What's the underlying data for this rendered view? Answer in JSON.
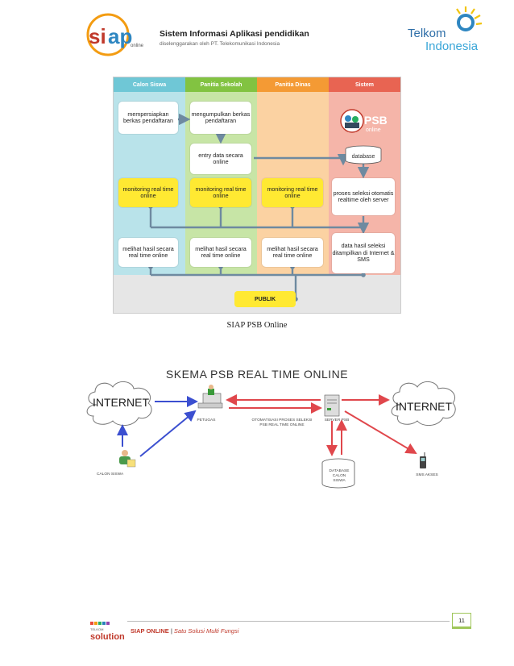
{
  "header": {
    "title": "Sistem Informasi Aplikasi pendidikan",
    "subtitle": "diselenggarakan oleh PT. Telekomunikasi Indonesia",
    "siap_logo_text": "siap",
    "siap_logo_online": "online",
    "telkom_logo_line1": "Telkom",
    "telkom_logo_line2": "Indonesia"
  },
  "figure1": {
    "lanes": [
      "Calon Siswa",
      "Panitia Sekolah",
      "Panitia Dinas",
      "Sistem"
    ],
    "lane_colors": [
      "#6fc7d6",
      "#82c341",
      "#f49a34",
      "#e86452"
    ],
    "lane_bg_colors": [
      "#b9e3ea",
      "#c7e5a6",
      "#fbd2a2",
      "#f5b5a9"
    ],
    "boxes": {
      "cs1": "mempersiapkan berkas pendaftaran",
      "ps1": "mengumpulkan berkas pendaftaran",
      "ps2": "entry data secara online",
      "cs2": "monitoring real time online",
      "ps3": "monitoring real time online",
      "pd1": "monitoring real time online",
      "sys_db": "database",
      "sys1": "proses seleksi otomatis realtime oleh server",
      "cs3": "melihat hasil secara real time online",
      "ps4": "melihat hasil secara real time online",
      "pd2": "melihat hasil secara real time online",
      "sys2": "data hasil seleksi ditampilkan di Internet & SMS",
      "publik": "PUBLIK"
    },
    "psb_logo": "PSB",
    "psb_logo_sub": "online",
    "caption": "SIAP PSB Online"
  },
  "figure2": {
    "title": "SKEMA PSB REAL TIME ONLINE",
    "internet_left": "INTERNET",
    "internet_right": "INTERNET",
    "petugas": "PETUGAS",
    "otomatisasi": "OTOMATISASI PROSES SELEKSI PSB REAL TIME ONLINE",
    "server": "SERVER PSB",
    "database": "DATABASE CALON SISWA",
    "calon_siswa": "CALON SISWA",
    "sms": "SMS AKSES"
  },
  "footer": {
    "brand": "SIAP ONLINE",
    "separator": " | ",
    "tagline": "Satu Solusi Multi Fungsi",
    "page_number": "11",
    "solution_logo": "solution",
    "solution_logo_top": "TELKOM"
  }
}
